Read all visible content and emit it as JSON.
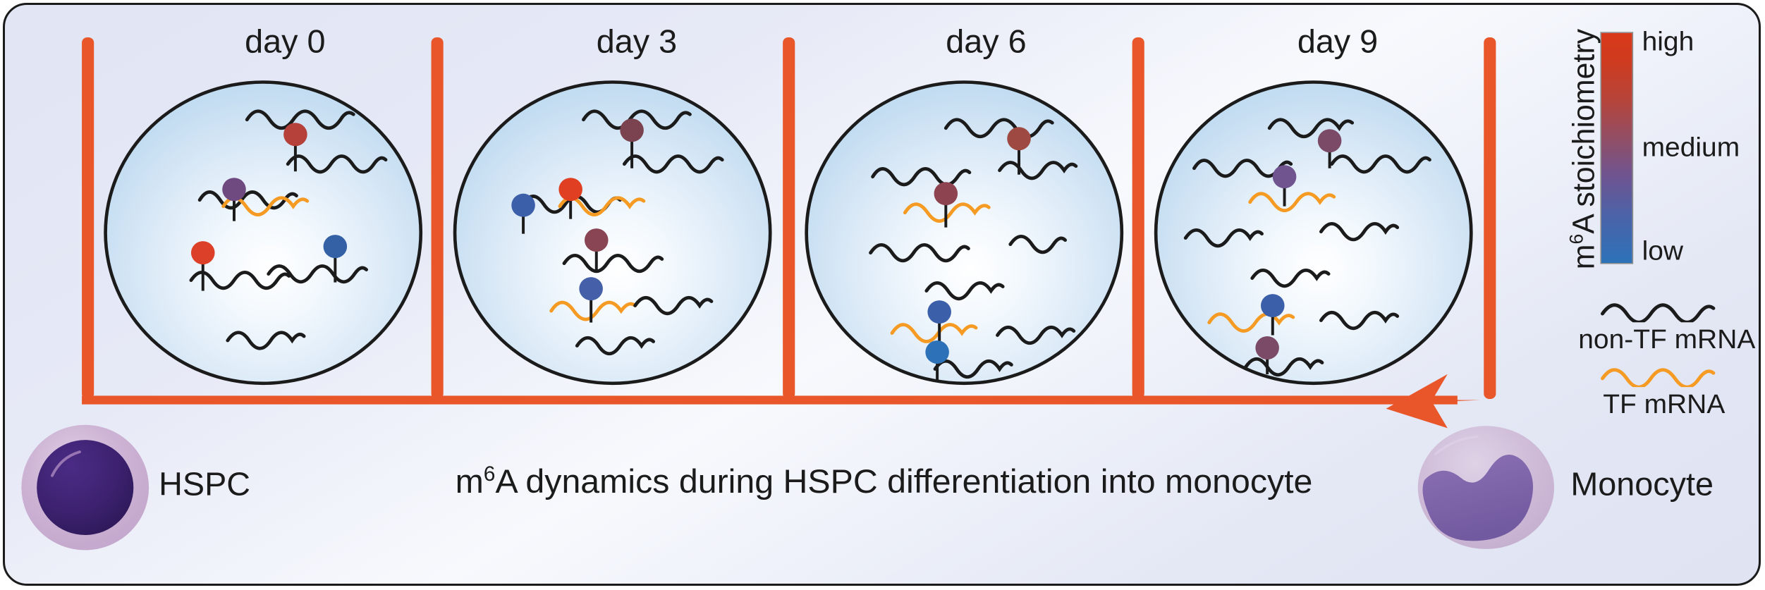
{
  "figure": {
    "caption": "m6A dynamics during HSPC differentiation into monocyte",
    "caption_parts": {
      "pre": "m",
      "sup": "6",
      "post": "A dynamics during HSPC differentiation into monocyte"
    }
  },
  "timeline": {
    "days": [
      {
        "label": "day 0"
      },
      {
        "label": "day 3"
      },
      {
        "label": "day 6"
      },
      {
        "label": "day 9"
      }
    ],
    "axis_color": "#e8562a"
  },
  "legend": {
    "colorbar": {
      "axis_title_pre": "m",
      "axis_title_sup": "6",
      "axis_title_post": "A stoichiometry",
      "high_label": "high",
      "medium_label": "medium",
      "low_label": "low",
      "high_color": "#d8391a",
      "medium_color": "#6f5490",
      "low_color": "#2d72b8"
    },
    "items": [
      {
        "label": "non-TF mRNA",
        "color": "#1b1b1b"
      },
      {
        "label": "TF mRNA",
        "color": "#f59a23"
      }
    ]
  },
  "cells": {
    "start": {
      "label": "HSPC",
      "cytoplasm_color": "#cdb3d4",
      "nucleus_color": "#3d2270"
    },
    "end": {
      "label": "Monocyte",
      "cytoplasm_color": "#cfbcd8",
      "nucleus_color": "#7d62a8"
    }
  },
  "chart_data": {
    "type": "diagram",
    "title": "m6A dynamics during HSPC differentiation into monocyte",
    "x": [
      "day 0",
      "day 3",
      "day 6",
      "day 9"
    ],
    "description": "m6A stoichiometry on TF and non-TF mRNAs across monocyte differentiation timecourse",
    "marker_colors_by_day": {
      "day 0": [
        "#d8391a",
        "#d8391a",
        "#2d72b8",
        "#6f5490"
      ],
      "day 3": [
        "#7b4250",
        "#d8391a",
        "#3b5fa8",
        "#8a4555",
        "#4560a8"
      ],
      "day 6": [
        "#9e4a43",
        "#8e4450",
        "#3b5fa8",
        "#2d72b8"
      ],
      "day 9": [
        "#7a4a66",
        "#6f5490",
        "#3b5fa8",
        "#7a4a66"
      ]
    },
    "legend_scale": [
      "low",
      "medium",
      "high"
    ],
    "series": [
      {
        "name": "non-TF mRNA",
        "color": "#1b1b1b"
      },
      {
        "name": "TF mRNA",
        "color": "#f59a23"
      }
    ]
  }
}
